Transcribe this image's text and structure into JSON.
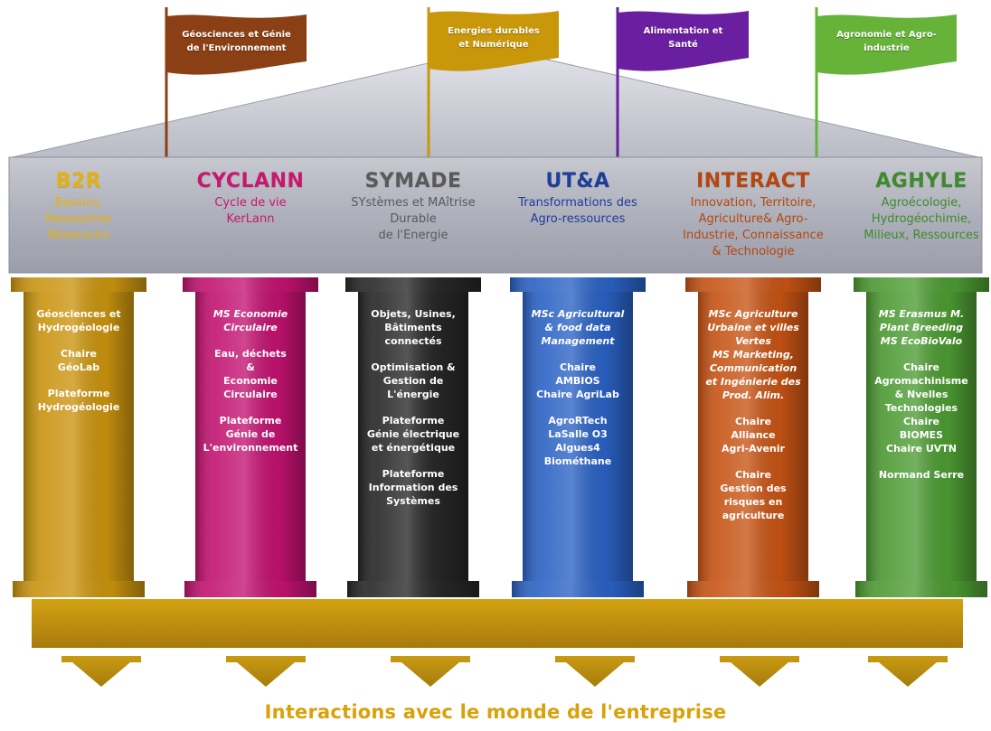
{
  "flags": [
    {
      "label": "Géosciences et Génie\nde l'Environnement",
      "color": "#8b3f14"
    },
    {
      "label": "Energies durables\net Numérique",
      "color": "#c8970a"
    },
    {
      "label": "Alimentation et\nSanté",
      "color": "#6a1fa0"
    },
    {
      "label": "Agronomie et Agro-\nindustrie",
      "color": "#67b33a"
    }
  ],
  "columns": [
    {
      "title": "B2R",
      "subtitle": "Bassins,\nRessources\nRéservoirs",
      "title_color": "#e5b20c",
      "sub_color": "#e5b20c",
      "pillar_color": "#c9930e",
      "blocks": [
        {
          "text": "Géosciences et\nHydrogéologie",
          "italic": false
        },
        {
          "text": "Chaire\nGéoLab",
          "italic": false
        },
        {
          "text": "Plateforme\nHydrogéologie",
          "italic": false
        }
      ]
    },
    {
      "title": "CYCLANN",
      "subtitle": "Cycle de vie\nKerLann",
      "title_color": "#c8176e",
      "sub_color": "#c8176e",
      "pillar_color": "#c21270",
      "blocks": [
        {
          "text": "MS Economie\nCirculaire",
          "italic": true
        },
        {
          "text": "Eau, déchets\n&\nEconomie\nCirculaire",
          "italic": false
        },
        {
          "text": "Plateforme\nGénie de\nL'environnement",
          "italic": false
        }
      ]
    },
    {
      "title": "SYMADE",
      "subtitle": "SYstèmes et MAîtrise\nDurable\nde l'Energie",
      "title_color": "#5a5a5a",
      "sub_color": "#5a5a5a",
      "pillar_color": "#262626",
      "blocks": [
        {
          "text": "Objets, Usines,\nBâtiments\nconnectés",
          "italic": false
        },
        {
          "text": "Optimisation &\nGestion de\nL'énergie",
          "italic": false
        },
        {
          "text": "Plateforme\nGénie électrique\net énergétique",
          "italic": false
        },
        {
          "text": "Plateforme\nInformation des\nSystèmes",
          "italic": false
        }
      ]
    },
    {
      "title": "UT&A",
      "subtitle": "Transformations des\nAgro-ressources",
      "title_color": "#1c3e9a",
      "sub_color": "#1c3e9a",
      "pillar_color": "#2a61c4",
      "blocks": [
        {
          "text": "MSc Agricultural\n& food data\nManagement",
          "italic": true
        },
        {
          "text": "Chaire\nAMBIOS\nChaire AgriLab",
          "italic": false
        },
        {
          "text": "AgroRTech\nLaSalle O3\nAlgues4\nBiométhane",
          "italic": false
        }
      ]
    },
    {
      "title": "INTERACT",
      "subtitle": "Innovation, Territoire,\nAgriculture& Agro-\nIndustrie, Connaissance\n& Technologie",
      "title_color": "#b5460f",
      "sub_color": "#b5460f",
      "pillar_color": "#c65314",
      "blocks": [
        {
          "text": "MSc  Agriculture\nUrbaine et villes\nVertes\nMS Marketing,\nCommunication\net Ingénierie des\nProd. Alim.",
          "italic": true
        },
        {
          "text": "Chaire\nAlliance\nAgri-Avenir",
          "italic": false
        },
        {
          "text": "Chaire\nGestion des\nrisques en\nagriculture",
          "italic": false
        }
      ]
    },
    {
      "title": "AGHYLE",
      "subtitle": "Agroécologie,\nHydrogéochimie,\nMilieux, Ressources",
      "title_color": "#3e8a2c",
      "sub_color": "#3e8a2c",
      "pillar_color": "#4c9a32",
      "blocks": [
        {
          "text": "MS Erasmus M.\nPlant Breeding\nMS EcoBioValo",
          "italic": true
        },
        {
          "text": "Chaire\nAgromachinisme\n& Nvelles\nTechnologies\nChaire\nBIOMES\nChaire UVTN",
          "italic": false
        },
        {
          "text": "Normand Serre",
          "italic": false
        }
      ]
    }
  ],
  "footer": "Interactions avec le monde de l'entreprise"
}
